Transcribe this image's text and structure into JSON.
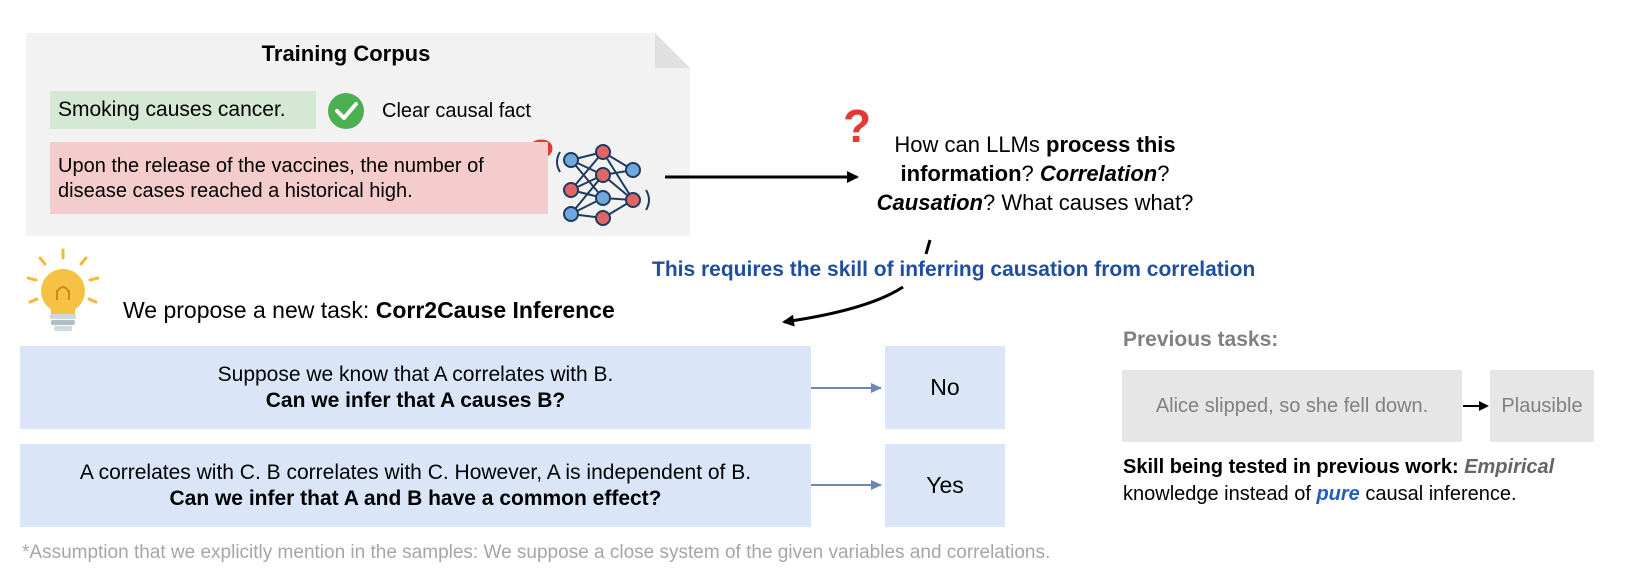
{
  "corpus": {
    "title": "Training Corpus",
    "example_true": "Smoking causes cancer.",
    "example_true_label": "Clear causal fact",
    "example_question": "Upon the release of the vaccines, the number of disease cases reached a historical high."
  },
  "question": {
    "pre": "How can LLMs ",
    "bold1": "process this information",
    "mid1": "? ",
    "italic1": "Correlation",
    "mid2": "? ",
    "italic2": "Causation",
    "post": "? What causes what?"
  },
  "requirement": "This requires the skill of inferring causation from correlation",
  "proposal": {
    "prefix": "We propose a new task: ",
    "task_name": "Corr2Cause Inference"
  },
  "tasks": [
    {
      "line1": "Suppose we know that A correlates with B.",
      "line2": "Can we infer that A causes B?",
      "answer": "No"
    },
    {
      "line1": "A correlates with C. B correlates with C. However, A is independent of B.",
      "line2": "Can we infer that A and B have a common effect?",
      "answer": "Yes"
    }
  ],
  "previous": {
    "title": "Previous tasks:",
    "example": "Alice slipped, so she fell down.",
    "answer": "Plausible",
    "skill_bold": "Skill being tested in previous work: ",
    "skill_italic": "Empirical",
    "skill_mid": " knowledge instead of ",
    "skill_pure": "pure",
    "skill_end": " causal inference."
  },
  "footnote": "*Assumption that we explicitly mention in the samples: We suppose a close system of the given variables and correlations.",
  "colors": {
    "green_box": "#d5e8d4",
    "red_box": "#f4cccc",
    "task_box": "#dae6f8",
    "grey_box": "#e6e6e6",
    "requirement_text": "#1f4e9c",
    "question_mark": "#e53935"
  },
  "icons": [
    "check-circle-icon",
    "question-mark-icon",
    "neural-network-icon",
    "lightbulb-icon"
  ]
}
